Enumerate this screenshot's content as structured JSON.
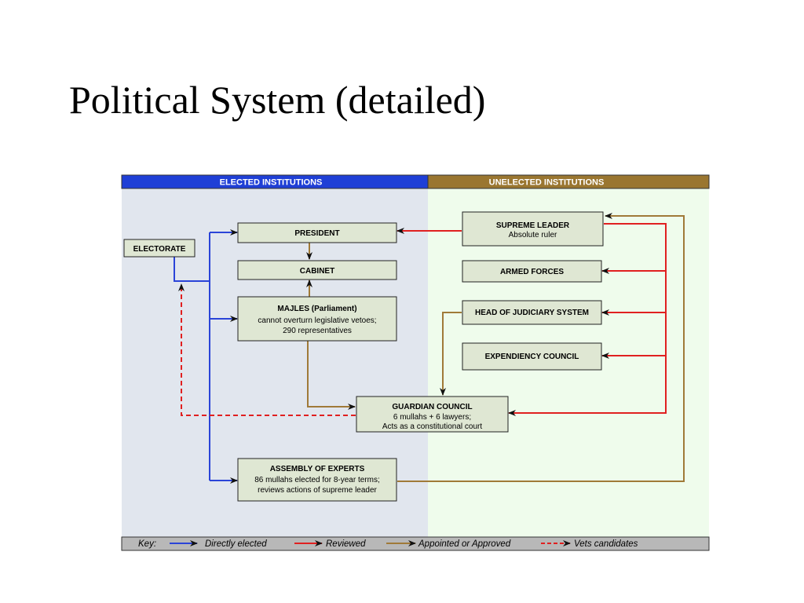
{
  "title": "Political System (detailed)",
  "headers": {
    "elected": "ELECTED INSTITUTIONS",
    "unelected": "UNELECTED INSTITUTIONS"
  },
  "nodes": {
    "electorate": {
      "title": "ELECTORATE"
    },
    "president": {
      "title": "PRESIDENT"
    },
    "cabinet": {
      "title": "CABINET"
    },
    "majles": {
      "title": "MAJLES (Parliament)",
      "line1": "cannot overturn legislative vetoes;",
      "line2": "290 representatives"
    },
    "guardian": {
      "title": "GUARDIAN COUNCIL",
      "line1": "6 mullahs + 6 lawyers;",
      "line2": "Acts as a constitutional court"
    },
    "assembly": {
      "title": "ASSEMBLY OF EXPERTS",
      "line1": "86 mullahs elected for 8-year terms;",
      "line2": "reviews actions of supreme leader"
    },
    "leader": {
      "title": "SUPREME LEADER",
      "line1": "Absolute ruler"
    },
    "armed": {
      "title": "ARMED FORCES"
    },
    "judiciary": {
      "title": "HEAD OF JUDICIARY SYSTEM"
    },
    "expediency": {
      "title": "EXPENDIENCY COUNCIL"
    }
  },
  "key": {
    "label": "Key:",
    "elected": "Directly elected",
    "reviewed": "Reviewed",
    "appointed": "Appointed or Approved",
    "vets": "Vets candidates"
  },
  "colors": {
    "elected_header": "#1f3fd6",
    "unelected_header": "#9a7630",
    "elected_bg": "#e1e6ee",
    "unelected_bg": "#effcec",
    "box_fill": "#dfe7d3",
    "directly_elected": "#2a44d8",
    "reviewed": "#e02020",
    "appointed": "#a07a38",
    "vets": "#e02020"
  }
}
